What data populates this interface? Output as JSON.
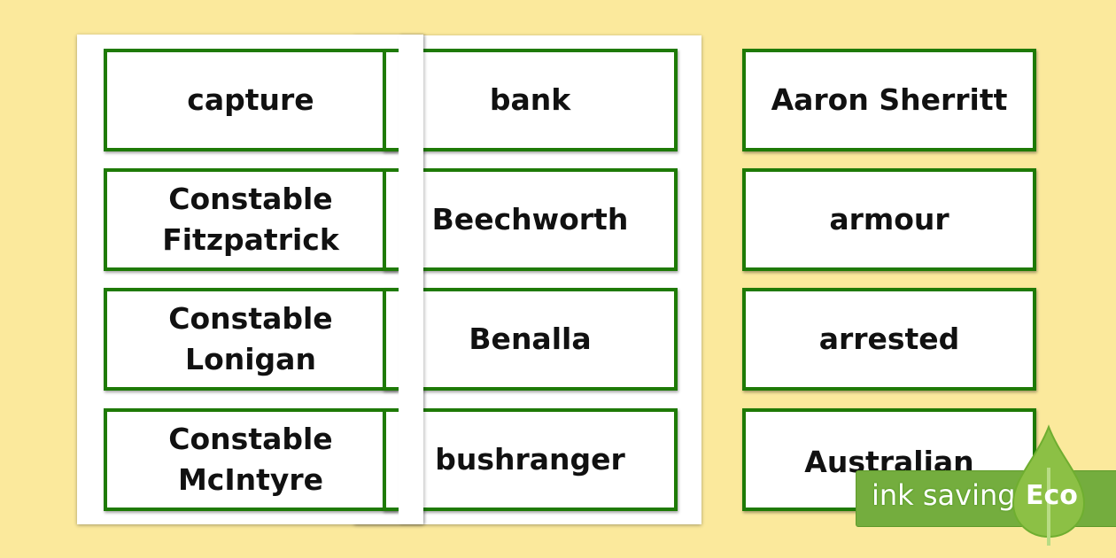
{
  "columns": [
    {
      "cards": [
        "capture",
        "Constable Fitzpatrick",
        "Constable Lonigan",
        "Constable McIntyre"
      ]
    },
    {
      "cards": [
        "bank",
        "Beechworth",
        "Benalla",
        "bushranger"
      ]
    },
    {
      "cards": [
        "Aaron Sherritt",
        "armour",
        "arrested",
        "Australian"
      ]
    }
  ],
  "badge": {
    "text": "ink saving",
    "label": "Eco",
    "colors": {
      "bar": "#74ad3e",
      "leaf": "#8cc045"
    }
  },
  "colors": {
    "background": "#fbe99c",
    "card_border": "#1e7a06"
  }
}
